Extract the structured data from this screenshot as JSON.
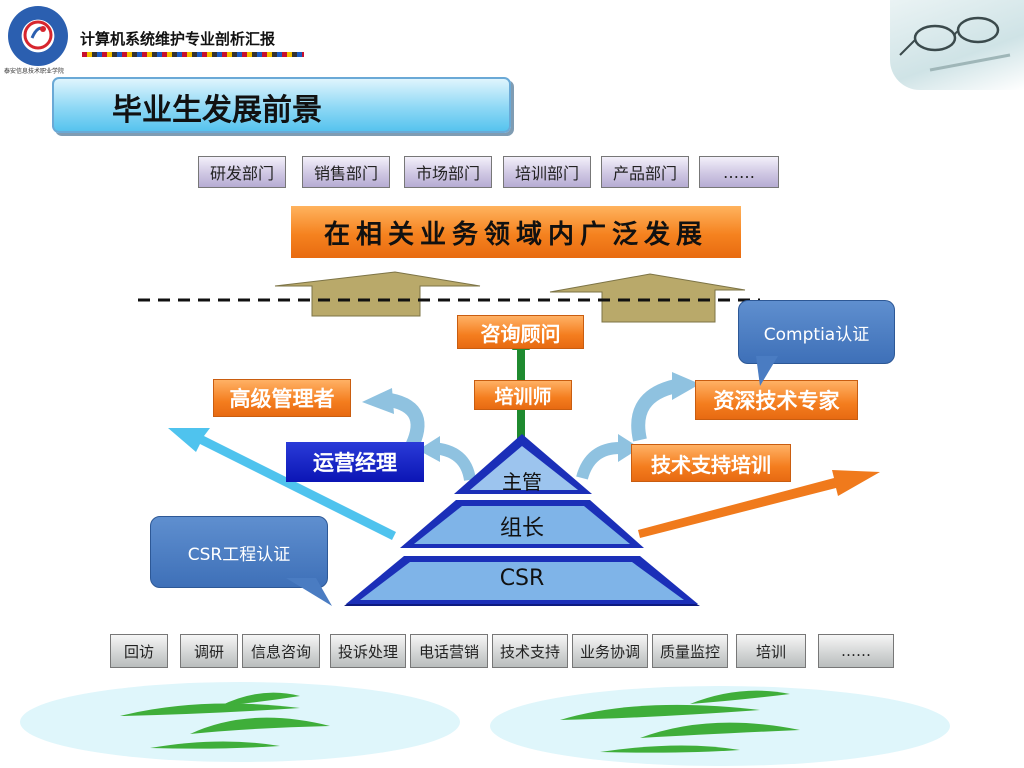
{
  "header": {
    "title": "计算机系统维护专业剖析汇报",
    "logo_caption": "泰安信息技术职业学院"
  },
  "slide_title": "毕业生发展前景",
  "departments": [
    "研发部门",
    "销售部门",
    "市场部门",
    "培训部门",
    "产品部门",
    "……"
  ],
  "main_banner": "在相关业务领域内广泛发展",
  "roles": {
    "consultant": "咨询顾问",
    "trainer": "培训师",
    "senior_manager": "高级管理者",
    "operations_manager": "运营经理",
    "senior_expert": "资深技术专家",
    "tech_support_training": "技术支持培训"
  },
  "callouts": {
    "comptia": "Comptia认证",
    "csr_cert": "CSR工程认证"
  },
  "pyramid": {
    "levels": [
      "主管",
      "组长",
      "CSR"
    ]
  },
  "tasks": [
    "回访",
    "调研",
    "信息咨询",
    "投诉处理",
    "电话营销",
    "技术支持",
    "业务协调",
    "质量监控",
    "培训",
    "……"
  ],
  "colors": {
    "orange": "#f5821f",
    "pyramid_blue": "#1b2fb8",
    "callout_blue": "#3e70b8",
    "arrow_cyan": "#4fc3ee",
    "arrow_orange": "#f07a1c",
    "arrow_khaki": "#b9a96a"
  }
}
